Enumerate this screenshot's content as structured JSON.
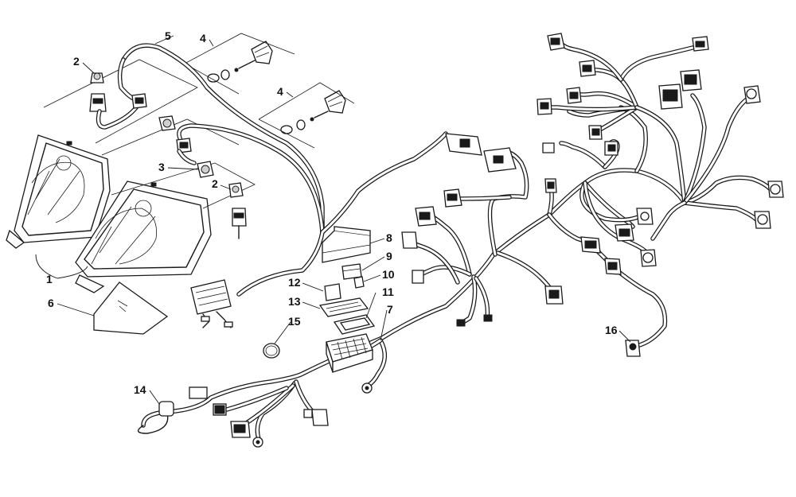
{
  "diagram": {
    "callouts": [
      {
        "id": "c1",
        "label": "1"
      },
      {
        "id": "c2a",
        "label": "2"
      },
      {
        "id": "c2b",
        "label": "2"
      },
      {
        "id": "c3",
        "label": "3"
      },
      {
        "id": "c4a",
        "label": "4"
      },
      {
        "id": "c4b",
        "label": "4"
      },
      {
        "id": "c5",
        "label": "5"
      },
      {
        "id": "c6",
        "label": "6"
      },
      {
        "id": "c7",
        "label": "7"
      },
      {
        "id": "c8",
        "label": "8"
      },
      {
        "id": "c9",
        "label": "9"
      },
      {
        "id": "c10",
        "label": "10"
      },
      {
        "id": "c11",
        "label": "11"
      },
      {
        "id": "c12",
        "label": "12"
      },
      {
        "id": "c13",
        "label": "13"
      },
      {
        "id": "c14",
        "label": "14"
      },
      {
        "id": "c15",
        "label": "15"
      },
      {
        "id": "c16",
        "label": "16"
      }
    ]
  }
}
